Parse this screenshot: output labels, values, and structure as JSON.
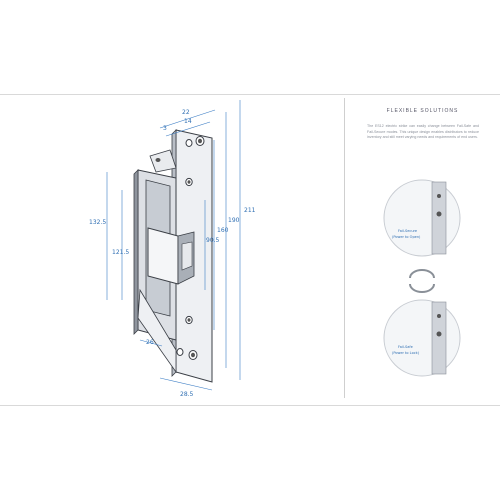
{
  "dimensions": {
    "top_width": "22",
    "top_inner": "14",
    "top_small": "3",
    "total_height": "211",
    "height_190": "190",
    "height_160": "160",
    "height_90_5": "90.5",
    "left_height": "132.5",
    "left_inner": "121.5",
    "bottom_depth": "26",
    "bottom_width": "28.5"
  },
  "panel": {
    "title": "FLEXIBLE SOLUTIONS",
    "description": "The ES12 electric strike can easily change between Fail-Safe and Fail-Secure modes. This unique design enables distributors to reduce inventory and still meet varying needs and requirements of end users."
  },
  "circles": {
    "top_label_line1": "Fail-Secure",
    "top_label_line2": "(Power to Open)",
    "bottom_label_line1": "Fail-Safe",
    "bottom_label_line2": "(Power to Lock)"
  },
  "colors": {
    "dimension": "#2f6fb3",
    "metal_light": "#f2f3f5",
    "metal_dark": "#9aa0a8",
    "outline": "#3b3f46"
  }
}
